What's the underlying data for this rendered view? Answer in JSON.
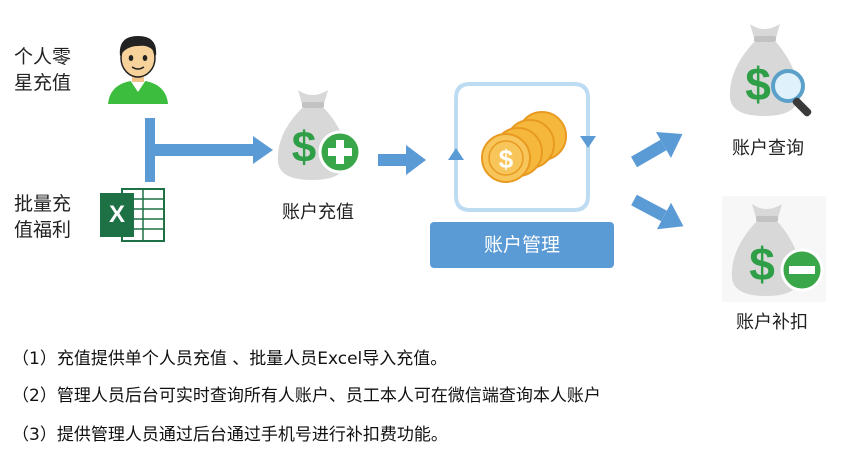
{
  "sources": {
    "individual_label": "个人零\n星充值",
    "batch_label": "批量充\n值福利"
  },
  "steps": {
    "recharge_label": "账户充值",
    "management_label": "账户管理",
    "query_label": "账户查询",
    "deduct_label": "账户补扣"
  },
  "notes": [
    "（1）充值提供单个人员充值 、批量人员Excel导入充值。",
    "（2）管理人员后台可实时查询所有人账户、员工本人可在微信端查询本人账户",
    "（3）提供管理人员通过后台通过手机号进行补扣费功能。"
  ],
  "icons": {
    "excel_letter": "X",
    "money_symbol": "$"
  },
  "colors": {
    "arrow_blue": "#5b9bd5",
    "bag_gray": "#d8d8d8",
    "dollar_green": "#2e9e47",
    "plus_green": "#3aa64a",
    "coin_gold": "#f5b83d",
    "excel_green": "#1e7145"
  }
}
